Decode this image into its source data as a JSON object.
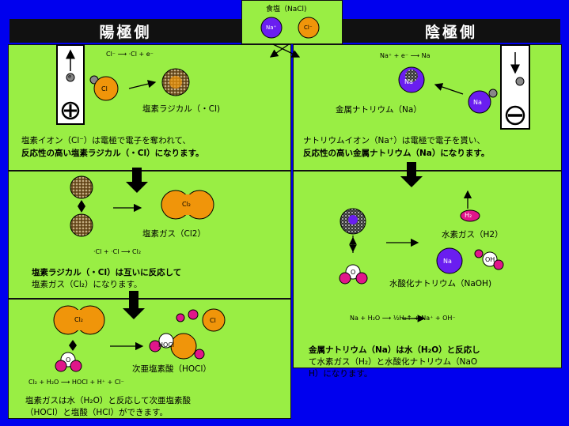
{
  "header": {
    "left_title": "陽極側",
    "right_title": "陰極側",
    "salt_label": "食塩（NaCl)",
    "na_label": "Na⁺",
    "cl_label": "Cl⁻"
  },
  "anode": {
    "p1_equation": "Cl⁻ ⟶ ·Cl + e⁻",
    "p1_caption": "塩素ラジカル（・Cl)",
    "p1_text_1": "塩素イオン（Cl⁻）は電極で電子を奪われて、",
    "p1_text_2": "反応性の高い塩素ラジカル（・Cl）になります。",
    "p2_caption": "塩素ガス（Cl2）",
    "p2_equation": "·Cl + ·Cl ⟶ Cl₂",
    "p2_text_1": "塩素ラジカル（・Cl）は互いに反応して",
    "p2_text_2": "塩素ガス（Cl₂）になります。",
    "p3_equation": "Cl₂ + H₂O ⟶ HOCl + H⁺ + Cl⁻",
    "p3_caption": "次亜塩素酸（HOCl）",
    "p3_text_1": "塩素ガスは水（H₂O）と反応して次亜塩素酸",
    "p3_text_2": "（HOCl）と塩酸（HCl）ができます。",
    "lbl_cl": "Cl",
    "lbl_cl2": "Cl₂",
    "lbl_hocl": "HOCl",
    "lbl_o": "O"
  },
  "cathode": {
    "p1_equation": "Na⁺ + e⁻ ⟶ Na",
    "p1_caption": "金属ナトリウム（Na）",
    "p1_text_1": "ナトリウムイオン（Na⁺）は電極で電子を貰い、",
    "p1_text_2": "反応性の高い金属ナトリウム（Na）になります。",
    "p2_caption_h2": "水素ガス（H2）",
    "p2_caption_naoh": "水酸化ナトリウム（NaOH)",
    "p2_equation": "Na + H₂O ⟶ ½H₂↑ + Na⁺ + OH⁻",
    "p2_text_1": "金属ナトリウム（Na）は水（H₂O）と反応し",
    "p2_text_2": "て水素ガス（H₂）と水酸化ナトリウム（NaO",
    "p2_text_3": "H）になります。",
    "lbl_na": "Na",
    "lbl_h2": "H₂",
    "lbl_oh": "OH",
    "lbl_o": "O"
  },
  "icons": {
    "electron": "e",
    "plus": "+",
    "minus": "−"
  }
}
